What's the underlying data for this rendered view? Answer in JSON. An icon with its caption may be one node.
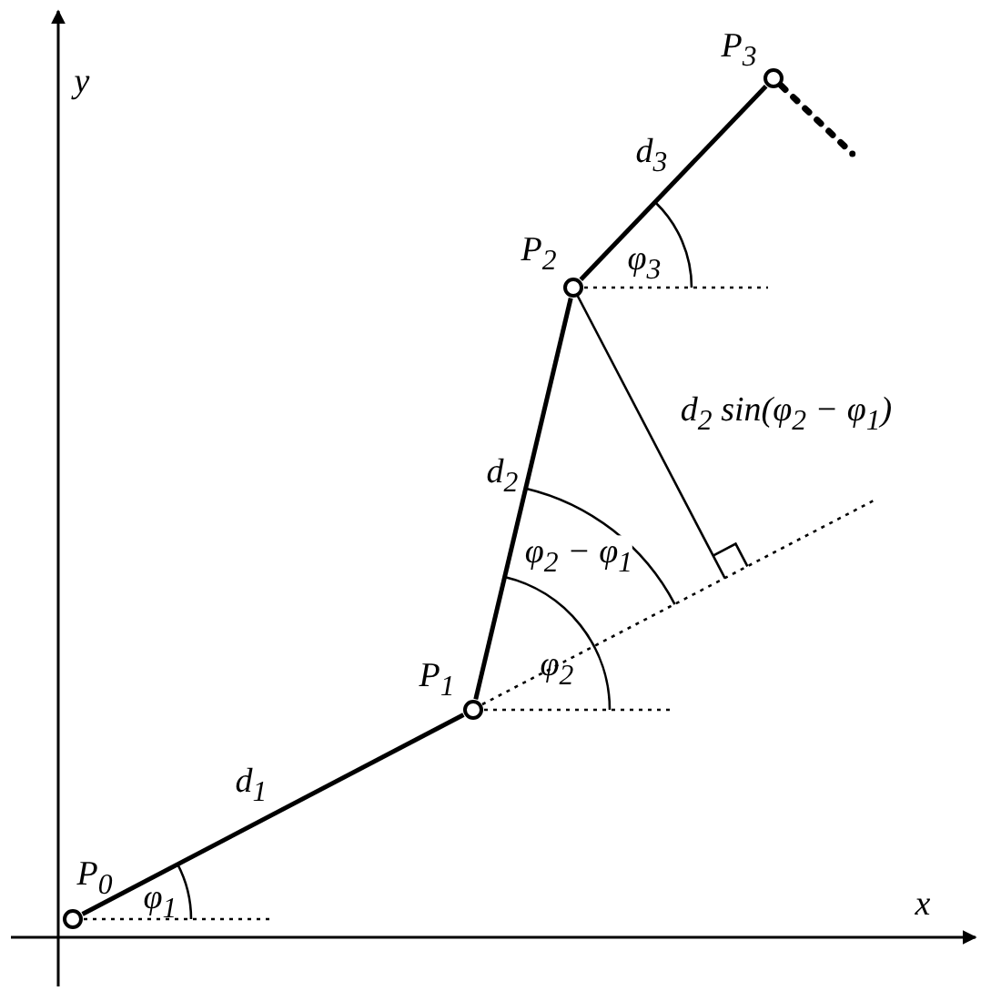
{
  "diagram": {
    "nodes": [
      {
        "text": [],
        "shape": "circle",
        "beside": [
          "P$_{0}$"
        ]
      },
      {
        "text": [],
        "shape": "circle",
        "beside": [
          "P$_{1}$"
        ]
      },
      {
        "text": [],
        "shape": "circle",
        "beside": [
          "P$_{2}$"
        ]
      },
      {
        "text": [],
        "shape": "circle",
        "beside": [
          "P$_{3}$"
        ]
      }
    ],
    "edges": [
      {
        "from": 0,
        "to": 1,
        "arrow": "none",
        "label": "d$_{1}$"
      },
      {
        "from": 1,
        "to": 2,
        "arrow": "none",
        "label": "d$_{2}$"
      },
      {
        "from": 2,
        "to": 3,
        "arrow": "none",
        "label": "d$_{3}$"
      },
      {
        "from": 3,
        "to": null,
        "arrow": "none",
        "style": "dashed"
      }
    ],
    "labels": [
      "y",
      "φ$_{3}$",
      "d$_{2}$ sin(φ$_{2}$ − φ$_{1}$)",
      "φ$_{2}$ − φ$_{1}$",
      "φ$_{2}$",
      "φ$_{1}$",
      "x"
    ]
  }
}
